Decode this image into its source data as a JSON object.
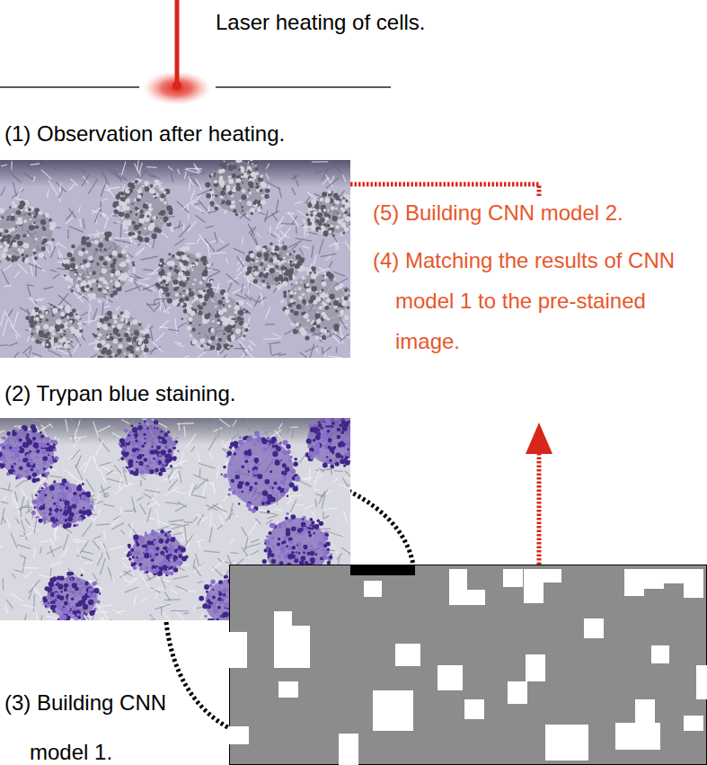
{
  "diagram": {
    "nodes": [
      {
        "text": [
          "(1) Observation after heating."
        ]
      },
      {
        "text": [
          "(2) Trypan blue staining."
        ]
      },
      {
        "text": [
          "(3) Building CNN model 1."
        ]
      }
    ],
    "edges": [
      {
        "from": 1,
        "to": 2,
        "arrow": "none"
      }
    ],
    "labels": [
      "Laser heating of cells.",
      "(5) Building CNN model 2.",
      "(4) Matching the results of CNN model 1 to the pre-stained image."
    ]
  }
}
